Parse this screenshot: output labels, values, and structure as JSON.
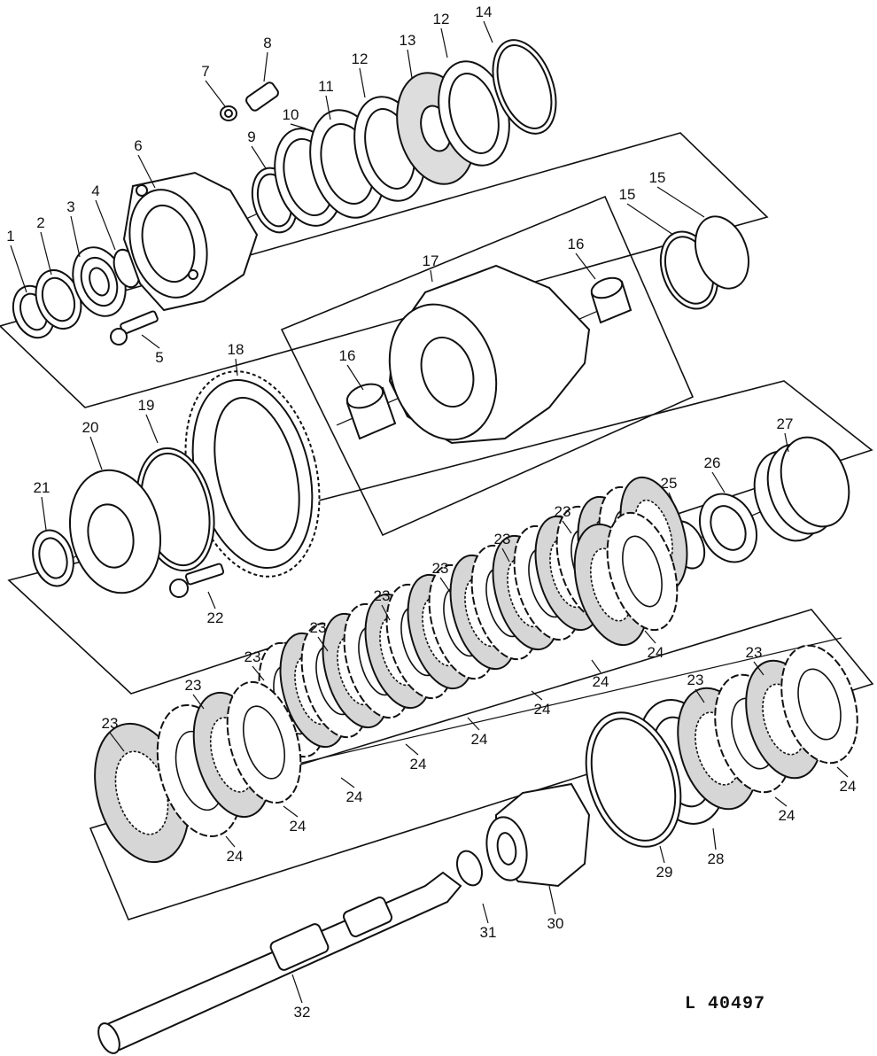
{
  "diagram": {
    "reference": "L 40497",
    "callouts": [
      {
        "id": "c1",
        "label": "1"
      },
      {
        "id": "c2",
        "label": "2"
      },
      {
        "id": "c3",
        "label": "3"
      },
      {
        "id": "c4",
        "label": "4"
      },
      {
        "id": "c5",
        "label": "5"
      },
      {
        "id": "c6",
        "label": "6"
      },
      {
        "id": "c7",
        "label": "7"
      },
      {
        "id": "c8",
        "label": "8"
      },
      {
        "id": "c9",
        "label": "9"
      },
      {
        "id": "c10",
        "label": "10"
      },
      {
        "id": "c11",
        "label": "11"
      },
      {
        "id": "c12a",
        "label": "12"
      },
      {
        "id": "c12b",
        "label": "12"
      },
      {
        "id": "c13",
        "label": "13"
      },
      {
        "id": "c14",
        "label": "14"
      },
      {
        "id": "c15a",
        "label": "15"
      },
      {
        "id": "c15b",
        "label": "15"
      },
      {
        "id": "c16a",
        "label": "16"
      },
      {
        "id": "c16b",
        "label": "16"
      },
      {
        "id": "c17",
        "label": "17"
      },
      {
        "id": "c18",
        "label": "18"
      },
      {
        "id": "c19",
        "label": "19"
      },
      {
        "id": "c20",
        "label": "20"
      },
      {
        "id": "c21",
        "label": "21"
      },
      {
        "id": "c22",
        "label": "22"
      },
      {
        "id": "c23a",
        "label": "23"
      },
      {
        "id": "c23b",
        "label": "23"
      },
      {
        "id": "c23c",
        "label": "23"
      },
      {
        "id": "c23d",
        "label": "23"
      },
      {
        "id": "c23e",
        "label": "23"
      },
      {
        "id": "c23f",
        "label": "23"
      },
      {
        "id": "c23g",
        "label": "23"
      },
      {
        "id": "c23h",
        "label": "23"
      },
      {
        "id": "c23i",
        "label": "23"
      },
      {
        "id": "c23j",
        "label": "23"
      },
      {
        "id": "c23k",
        "label": "23"
      },
      {
        "id": "c24a",
        "label": "24"
      },
      {
        "id": "c24b",
        "label": "24"
      },
      {
        "id": "c24c",
        "label": "24"
      },
      {
        "id": "c24d",
        "label": "24"
      },
      {
        "id": "c24e",
        "label": "24"
      },
      {
        "id": "c24f",
        "label": "24"
      },
      {
        "id": "c24g",
        "label": "24"
      },
      {
        "id": "c24h",
        "label": "24"
      },
      {
        "id": "c24i",
        "label": "24"
      },
      {
        "id": "c24j",
        "label": "24"
      },
      {
        "id": "c24k",
        "label": "24"
      },
      {
        "id": "c25",
        "label": "25"
      },
      {
        "id": "c26",
        "label": "26"
      },
      {
        "id": "c27",
        "label": "27"
      },
      {
        "id": "c28",
        "label": "28"
      },
      {
        "id": "c29",
        "label": "29"
      },
      {
        "id": "c30",
        "label": "30"
      },
      {
        "id": "c31",
        "label": "31"
      },
      {
        "id": "c32",
        "label": "32"
      }
    ]
  }
}
